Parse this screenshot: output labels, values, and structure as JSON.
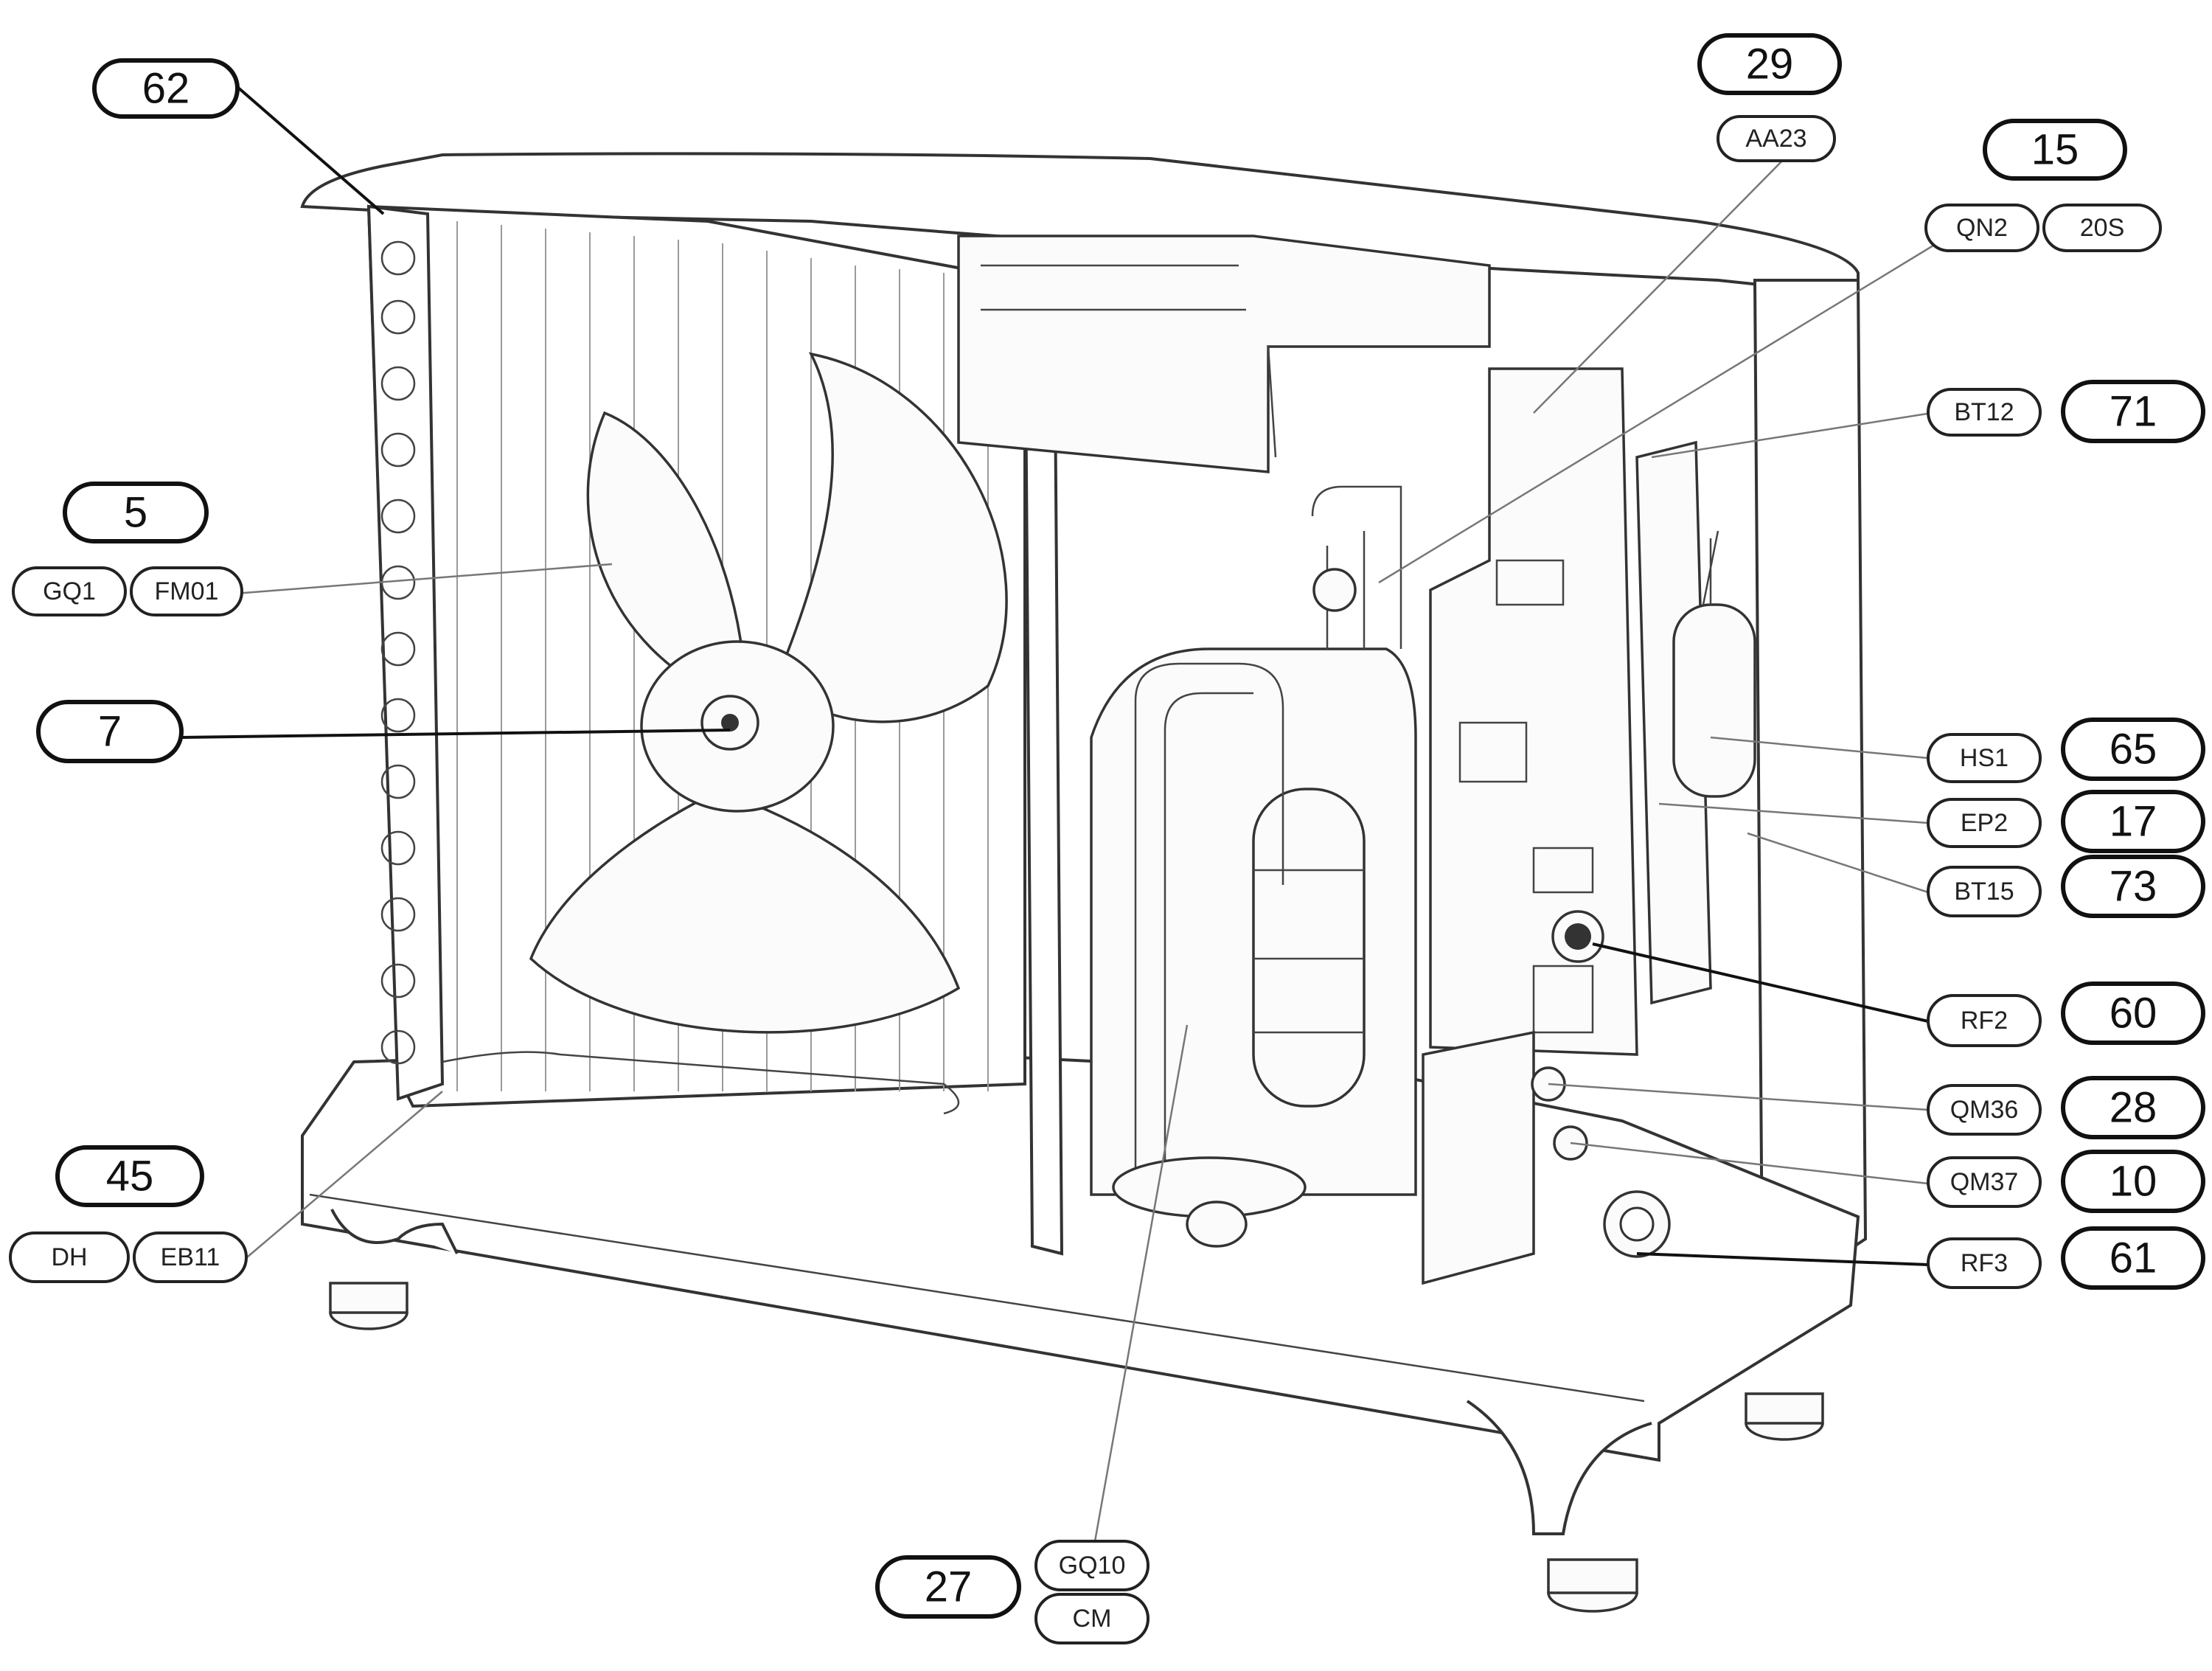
{
  "callouts": [
    {
      "id": "c62",
      "number": "62",
      "codes": []
    },
    {
      "id": "c29",
      "number": "29",
      "codes": [
        "AA23"
      ]
    },
    {
      "id": "c15",
      "number": "15",
      "codes": [
        "QN2",
        "20S"
      ]
    },
    {
      "id": "c71",
      "number": "71",
      "codes": [
        "BT12"
      ]
    },
    {
      "id": "c5",
      "number": "5",
      "codes": [
        "GQ1",
        "FM01"
      ]
    },
    {
      "id": "c7",
      "number": "7",
      "codes": []
    },
    {
      "id": "c65",
      "number": "65",
      "codes": [
        "HS1"
      ]
    },
    {
      "id": "c17",
      "number": "17",
      "codes": [
        "EP2"
      ]
    },
    {
      "id": "c73",
      "number": "73",
      "codes": [
        "BT15"
      ]
    },
    {
      "id": "c60",
      "number": "60",
      "codes": [
        "RF2"
      ]
    },
    {
      "id": "c28",
      "number": "28",
      "codes": [
        "QM36"
      ]
    },
    {
      "id": "c10",
      "number": "10",
      "codes": [
        "QM37"
      ]
    },
    {
      "id": "c61",
      "number": "61",
      "codes": [
        "RF3"
      ]
    },
    {
      "id": "c45",
      "number": "45",
      "codes": [
        "DH",
        "EB11"
      ]
    },
    {
      "id": "c27",
      "number": "27",
      "codes": [
        "GQ10",
        "CM"
      ]
    }
  ],
  "colors": {
    "line": "#111111",
    "leader_thin": "#777777",
    "fill": "#ffffff"
  }
}
